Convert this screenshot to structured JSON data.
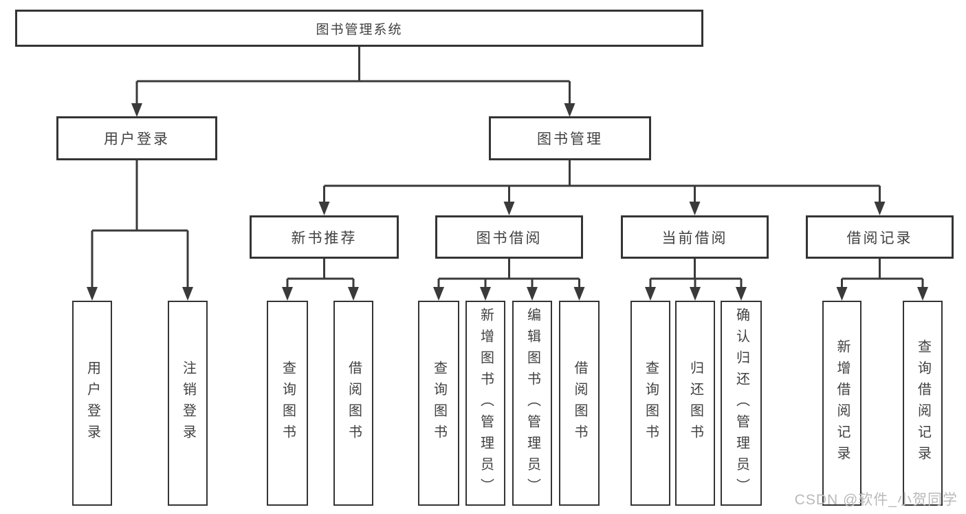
{
  "diagram": {
    "root": "图书管理系统",
    "branches": [
      {
        "label": "用户登录",
        "children": [
          {
            "label": "用户登录"
          },
          {
            "label": "注销登录"
          }
        ]
      },
      {
        "label": "图书管理",
        "children": [
          {
            "label": "新书推荐",
            "children": [
              {
                "label": "查询图书"
              },
              {
                "label": "借阅图书"
              }
            ]
          },
          {
            "label": "图书借阅",
            "children": [
              {
                "label": "查询图书"
              },
              {
                "label": "新增图书（管理员）"
              },
              {
                "label": "编辑图书（管理员）"
              },
              {
                "label": "借阅图书"
              }
            ]
          },
          {
            "label": "当前借阅",
            "children": [
              {
                "label": "查询图书"
              },
              {
                "label": "归还图书"
              },
              {
                "label": "确认归还（管理员）"
              }
            ]
          },
          {
            "label": "借阅记录",
            "children": [
              {
                "label": "新增借阅记录"
              },
              {
                "label": "查询借阅记录"
              }
            ]
          }
        ]
      }
    ]
  },
  "watermark": {
    "text": "CSDN @软件_小贺同学",
    "color": "#b9b9b9"
  },
  "colors": {
    "line": "#3a3a3a",
    "border": "#343434",
    "text": "#414141",
    "background": "#ffffff"
  }
}
